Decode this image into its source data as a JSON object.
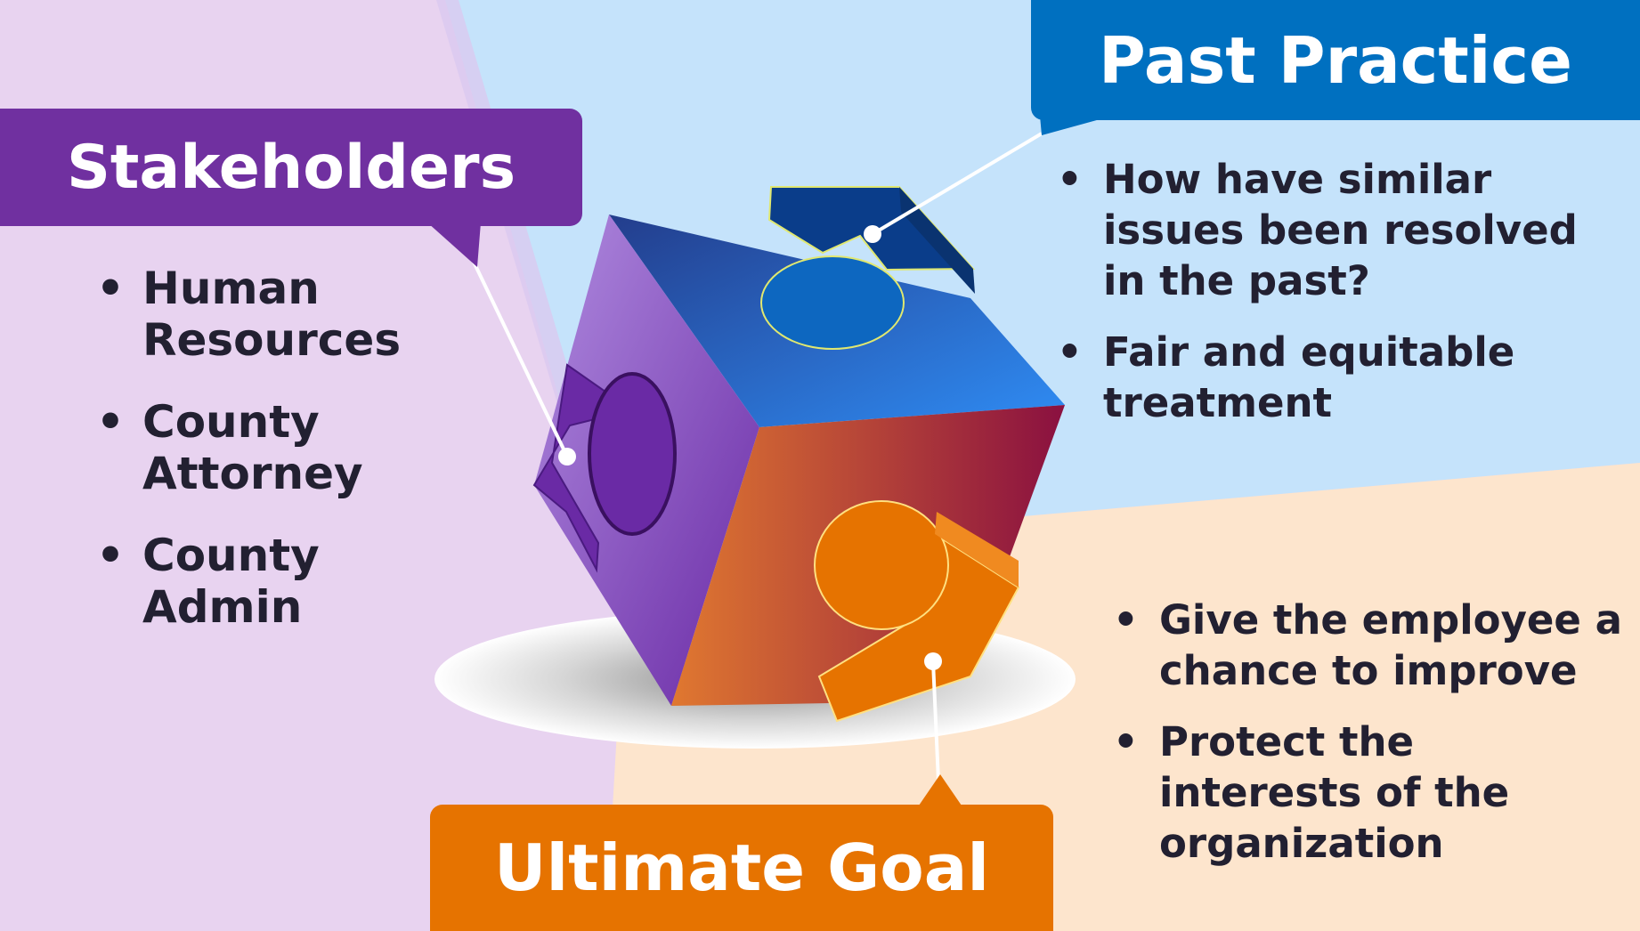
{
  "stakeholders": {
    "title": "Stakeholders",
    "items": [
      "Human Resources",
      "County Attorney",
      "County Admin"
    ]
  },
  "past_practice": {
    "title": "Past Practice",
    "items": [
      "How have similar issues been resolved in the past?",
      "Fair and equitable treatment"
    ]
  },
  "ultimate_goal": {
    "title": "Ultimate Goal",
    "items": [
      "Give the employee a chance to improve",
      "Protect the interests of the organization"
    ]
  },
  "colors": {
    "stakeholders_accent": "#7030a0",
    "past_practice_accent": "#0070c0",
    "ultimate_goal_accent": "#e67300",
    "bg_purple": "#e8d3f0",
    "bg_blue": "#c5e3fb",
    "bg_peach": "#fde5cd",
    "text": "#222031"
  },
  "icons": [
    "puzzle-cube-icon"
  ]
}
